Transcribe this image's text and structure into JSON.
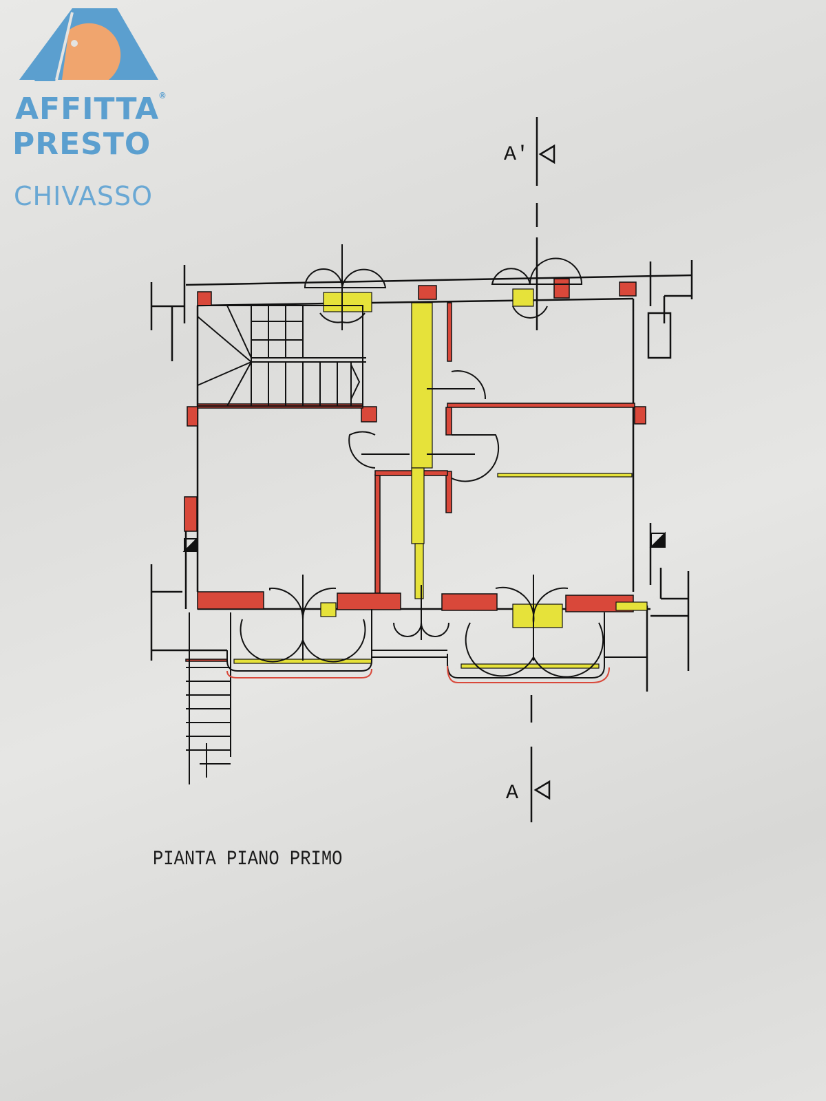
{
  "logo": {
    "line1": "AFFITTA",
    "line2": "PRESTO",
    "line3": "CHIVASSO",
    "registered": "®"
  },
  "section_marks": {
    "top": "A'",
    "bottom": "A"
  },
  "title": "PIANTA PIANO PRIMO",
  "colors": {
    "wall_red": "#d9483a",
    "fill_yellow": "#e6e23a",
    "ink": "#111111",
    "logo_blue": "#5b9fcf",
    "logo_orange": "#f0a56e"
  }
}
